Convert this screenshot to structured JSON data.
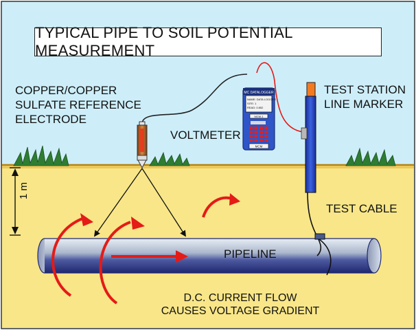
{
  "title": "TYPICAL PIPE TO SOIL POTENTIAL MEASUREMENT",
  "labels": {
    "electrode_line1": "COPPER/COPPER",
    "electrode_line2": "SULFATE REFERENCE",
    "electrode_line3": "ELECTRODE",
    "voltmeter": "VOLTMETER",
    "station_line1": "TEST STATION",
    "station_line2": "LINE MARKER",
    "test_cable": "TEST CABLE",
    "pipeline": "PIPELINE",
    "depth": "1 m",
    "current_line1": "D.C. CURRENT FLOW",
    "current_line2": "CAUSES VOLTAGE GRADIENT"
  },
  "voltmeter_display": {
    "brand": "MC DATALOGGER",
    "line1": "NAME: DATA LOGGER",
    "line2": "SITE: 1",
    "line3": "READ: 0.852",
    "model": "MCM-1",
    "tag": "MCM"
  },
  "colors": {
    "sky": "#cdeef9",
    "soil": "#f8e688",
    "soil_surface": "#ecc85a",
    "grass": "#2e7d32",
    "pipe_light": "#cfd8e6",
    "pipe_dark": "#2f3a8f",
    "current_arrow": "#e41b17",
    "test_station_post": "#2a49c9",
    "test_station_cap": "#f47a20",
    "voltmeter_body": "#2f55c8",
    "voltmeter_keys": "#e02020",
    "electrode_body": "#b0702b"
  }
}
